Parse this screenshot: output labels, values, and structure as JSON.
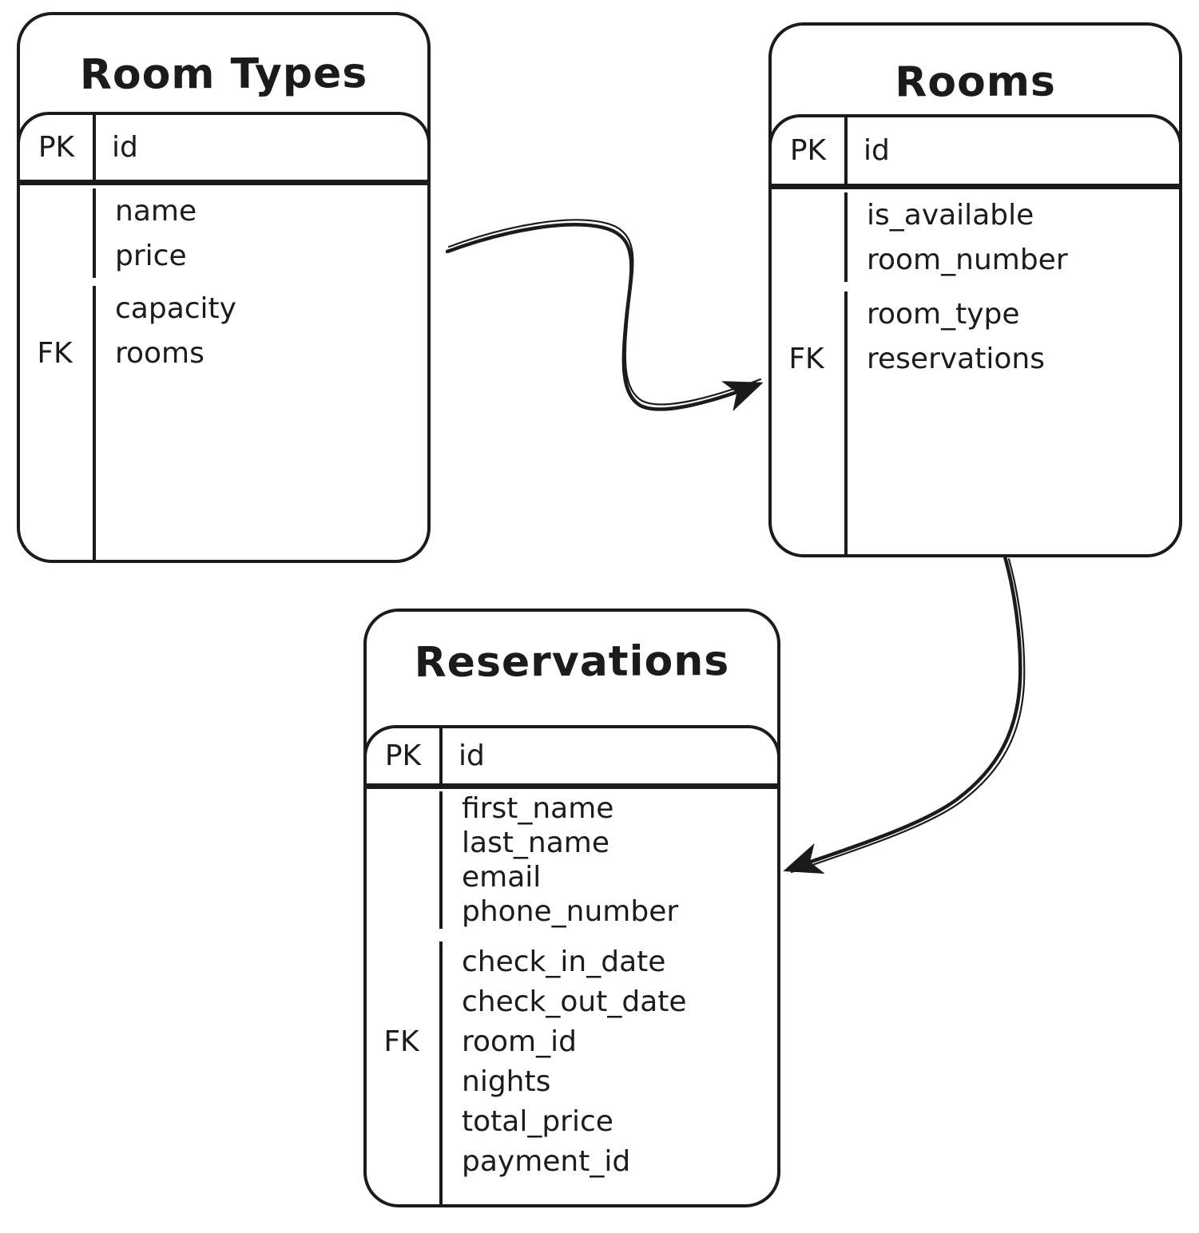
{
  "diagram": {
    "type": "entity-relationship",
    "background_color": "#ffffff",
    "ink_color": "#1b1b1b"
  },
  "tables": [
    {
      "title": "Room Types",
      "pk_label": "PK",
      "pk_field": "id",
      "rows": [
        {
          "key": "",
          "field": "name"
        },
        {
          "key": "",
          "field": "price"
        },
        {
          "key": "",
          "field": "capacity"
        },
        {
          "key": "FK",
          "field": "rooms"
        }
      ]
    },
    {
      "title": "Rooms",
      "pk_label": "PK",
      "pk_field": "id",
      "rows": [
        {
          "key": "",
          "field": "is_available"
        },
        {
          "key": "",
          "field": "room_number"
        },
        {
          "key": "",
          "field": "room_type"
        },
        {
          "key": "FK",
          "field": "reservations"
        }
      ]
    },
    {
      "title": "Reservations",
      "pk_label": "PK",
      "pk_field": "id",
      "rows": [
        {
          "key": "",
          "field": "first_name"
        },
        {
          "key": "",
          "field": "last_name"
        },
        {
          "key": "",
          "field": "email"
        },
        {
          "key": "",
          "field": "phone_number"
        },
        {
          "key": "",
          "field": "check_in_date"
        },
        {
          "key": "",
          "field": "check_out_date"
        },
        {
          "key": "FK",
          "field": "room_id"
        },
        {
          "key": "",
          "field": "nights"
        },
        {
          "key": "",
          "field": "total_price"
        },
        {
          "key": "",
          "field": "payment_id"
        }
      ]
    }
  ],
  "relationships": [
    {
      "from": "Room Types",
      "to": "Rooms"
    },
    {
      "from": "Rooms",
      "to": "Reservations"
    }
  ]
}
